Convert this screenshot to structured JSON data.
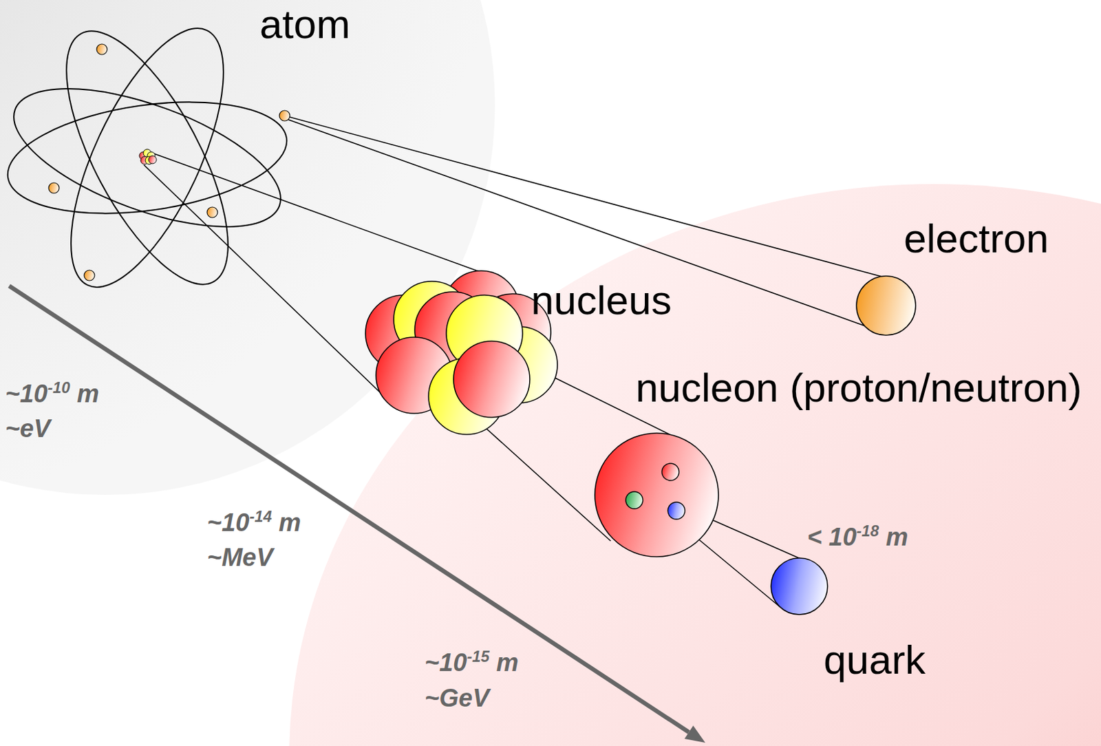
{
  "diagram": {
    "nodes": [
      {
        "text": [
          "atom"
        ]
      },
      {
        "text": [
          "electron"
        ]
      },
      {
        "text": [
          "nucleus"
        ]
      },
      {
        "text": [
          "nucleon (proton/neutron)"
        ]
      },
      {
        "text": [
          "quark"
        ]
      }
    ],
    "labels": [
      "~10-10 m",
      "~eV",
      "~10-14 m",
      "~MeV",
      "~10-15 m",
      "~GeV",
      "< 10-18 m"
    ]
  }
}
